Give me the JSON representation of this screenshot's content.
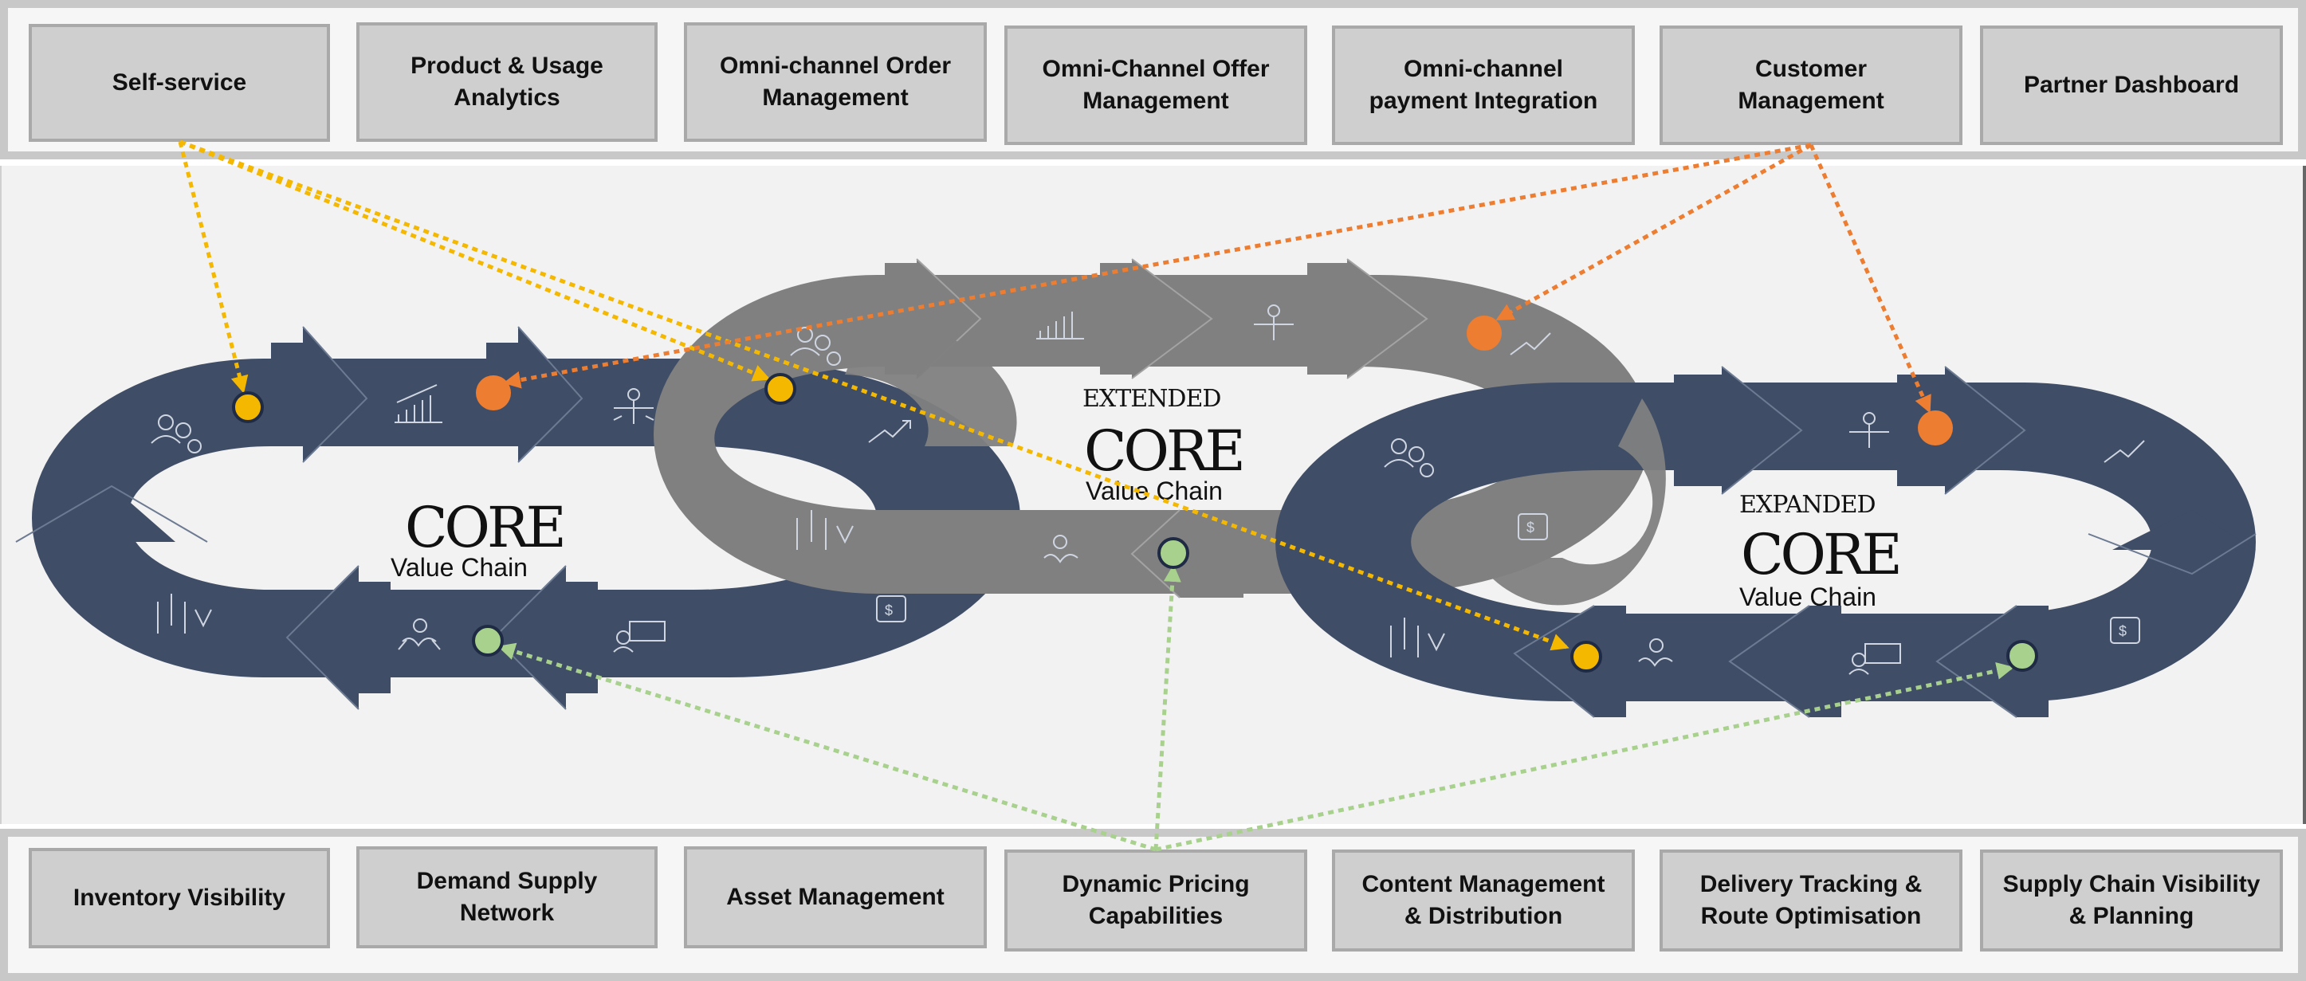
{
  "top_capabilities": [
    "Self-service",
    "Product & Usage\nAnalytics",
    "Omni-channel Order\nManagement",
    "Omni-Channel Offer\nManagement",
    "Omni-channel\npayment Integration",
    "Customer\nManagement",
    "Partner Dashboard"
  ],
  "bottom_capabilities": [
    "Inventory Visibility",
    "Demand Supply\nNetwork",
    "Asset Management",
    "Dynamic Pricing\nCapabilities",
    "Content Management\n& Distribution",
    "Delivery Tracking &\nRoute Optimisation",
    "Supply Chain Visibility\n& Planning"
  ],
  "chains": {
    "core": {
      "title": "CORE",
      "subtitle": "Value Chain"
    },
    "extended": {
      "prefix": "EXTENDED",
      "title": "CORE",
      "subtitle": "Value Chain"
    },
    "expanded": {
      "prefix": "EXPANDED",
      "title": "CORE",
      "subtitle": "Value Chain"
    }
  },
  "colors": {
    "core_chain": "#3f4d66",
    "extended_chain": "#808080",
    "yellow_connector": "#f5b800",
    "orange_connector": "#ed7d31",
    "green_connector": "#a9d18e",
    "box_fill": "#d0cfd0"
  },
  "icons": [
    "customers-icon",
    "growth-chart-icon",
    "balance-person-icon",
    "trend-up-icon",
    "candlestick-icon",
    "dollar-exchange-icon",
    "presenter-dollar-icon",
    "handshake-icon"
  ]
}
